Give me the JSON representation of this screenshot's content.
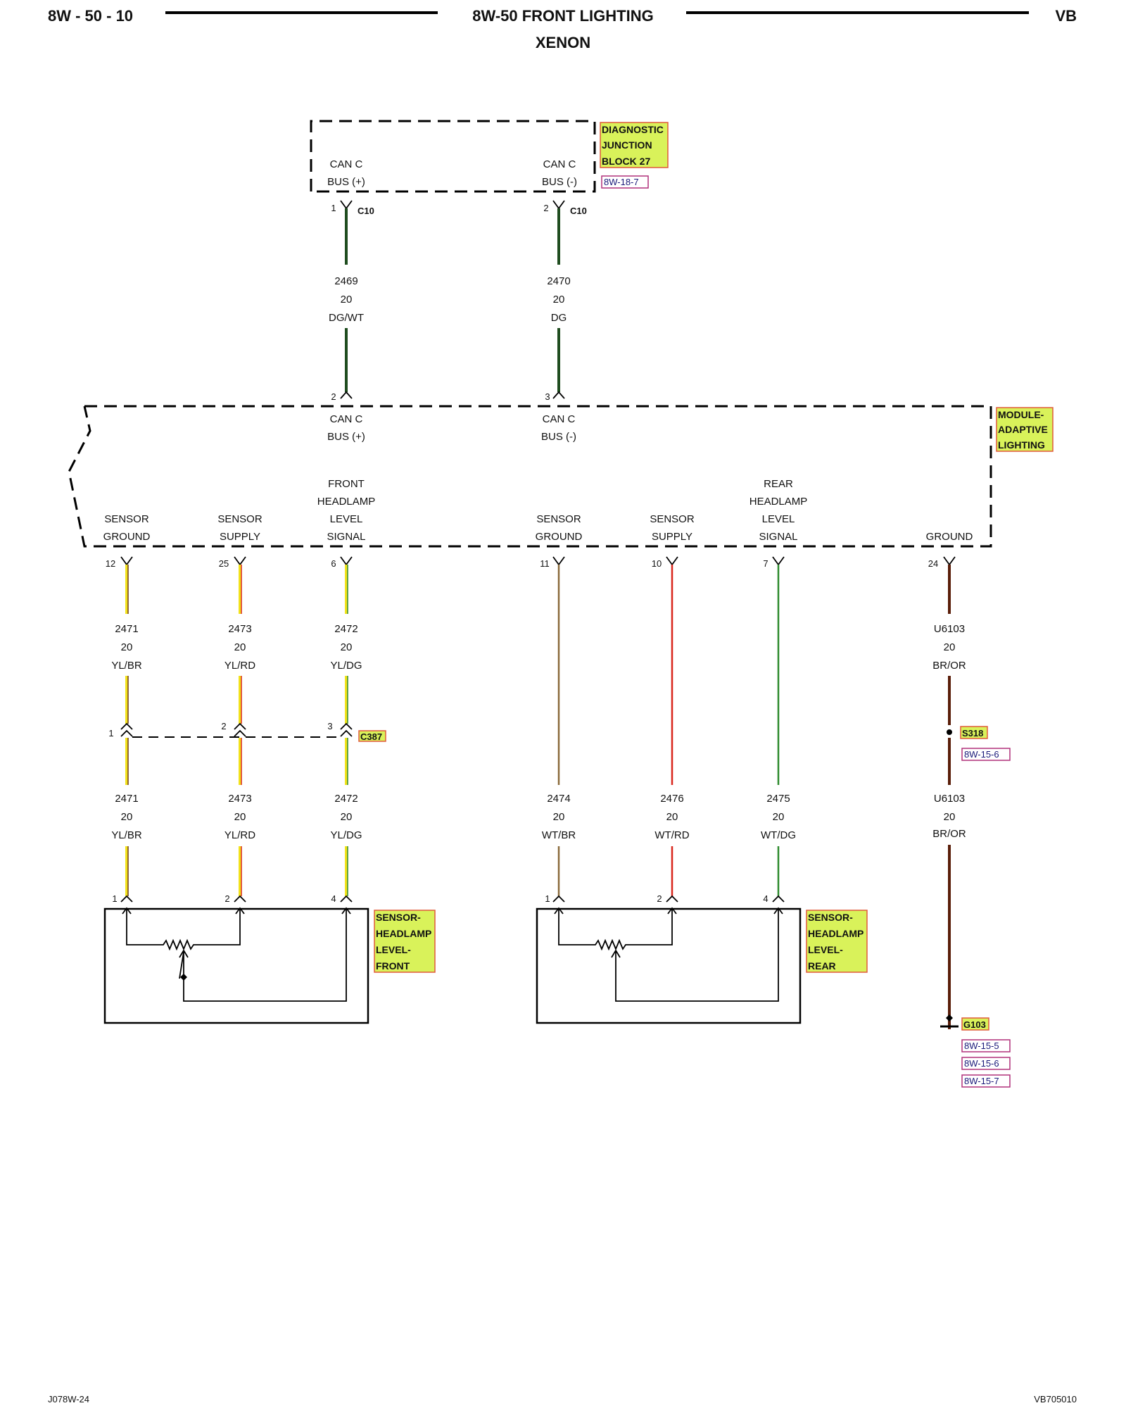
{
  "header": {
    "page_code": "8W - 50 - 10",
    "title": "8W-50 FRONT LIGHTING",
    "subtitle": "XENON",
    "vehicle": "VB"
  },
  "footer": {
    "left_code": "J078W-24",
    "right_code": "VB705010"
  },
  "diagnostic_junction_block": {
    "tag_lines": [
      "DIAGNOSTIC",
      "JUNCTION",
      "BLOCK 27"
    ],
    "ref": "8W-18-7",
    "can_plus": [
      "CAN C",
      "BUS (+)"
    ],
    "can_minus": [
      "CAN C",
      "BUS (-)"
    ],
    "connector": "C10",
    "pin_plus": "1",
    "pin_minus": "2"
  },
  "can_wires": [
    {
      "circuit": "2469",
      "gauge": "20",
      "color": "DG/WT",
      "module_pin": "2"
    },
    {
      "circuit": "2470",
      "gauge": "20",
      "color": "DG",
      "module_pin": "3"
    }
  ],
  "module": {
    "tag_lines": [
      "MODULE-",
      "ADAPTIVE",
      "LIGHTING"
    ],
    "can_plus": [
      "CAN C",
      "BUS (+)"
    ],
    "can_minus": [
      "CAN C",
      "BUS (-)"
    ],
    "pins": [
      {
        "name_lines": [
          "SENSOR",
          "GROUND"
        ],
        "pin": "12"
      },
      {
        "name_lines": [
          "SENSOR",
          "SUPPLY"
        ],
        "pin": "25"
      },
      {
        "name_lines": [
          "FRONT",
          "HEADLAMP",
          "LEVEL",
          "SIGNAL"
        ],
        "pin": "6"
      },
      {
        "name_lines": [
          "SENSOR",
          "GROUND"
        ],
        "pin": "11"
      },
      {
        "name_lines": [
          "SENSOR",
          "SUPPLY"
        ],
        "pin": "10"
      },
      {
        "name_lines": [
          "REAR",
          "HEADLAMP",
          "LEVEL",
          "SIGNAL"
        ],
        "pin": "7"
      },
      {
        "name_lines": [
          "GROUND"
        ],
        "pin": "24"
      }
    ]
  },
  "upper_wires": [
    {
      "circuit": "2471",
      "gauge": "20",
      "color": "YL/BR"
    },
    {
      "circuit": "2473",
      "gauge": "20",
      "color": "YL/RD"
    },
    {
      "circuit": "2472",
      "gauge": "20",
      "color": "YL/DG"
    },
    {
      "circuit": "U6103",
      "gauge": "20",
      "color": "BR/OR"
    }
  ],
  "connector_c387": {
    "name": "C387",
    "pins": [
      "1",
      "2",
      "3"
    ]
  },
  "splice": {
    "name": "S318",
    "ref": "8W-15-6"
  },
  "lower_wires": [
    {
      "circuit": "2471",
      "gauge": "20",
      "color": "YL/BR",
      "pin": "1"
    },
    {
      "circuit": "2473",
      "gauge": "20",
      "color": "YL/RD",
      "pin": "2"
    },
    {
      "circuit": "2472",
      "gauge": "20",
      "color": "YL/DG",
      "pin": "4"
    },
    {
      "circuit": "2474",
      "gauge": "20",
      "color": "WT/BR",
      "pin": "1"
    },
    {
      "circuit": "2476",
      "gauge": "20",
      "color": "WT/RD",
      "pin": "2"
    },
    {
      "circuit": "2475",
      "gauge": "20",
      "color": "WT/DG",
      "pin": "4"
    },
    {
      "circuit": "U6103",
      "gauge": "20",
      "color": "BR/OR",
      "pin": ""
    }
  ],
  "sensor_front": {
    "tag_lines": [
      "SENSOR-",
      "HEADLAMP",
      "LEVEL-",
      "FRONT"
    ]
  },
  "sensor_rear": {
    "tag_lines": [
      "SENSOR-",
      "HEADLAMP",
      "LEVEL-",
      "REAR"
    ]
  },
  "ground_point": {
    "name": "G103",
    "refs": [
      "8W-15-5",
      "8W-15-6",
      "8W-15-7"
    ]
  },
  "colors": {
    "tag_fill": "#d9f25a",
    "tag_border": "#e05a3a",
    "ref_border": "#b0307a",
    "dark_green": "#1f4d1f",
    "yellow": "#f2e21c",
    "brown": "#6b3a1a",
    "red": "#d9261c",
    "green": "#2e8b2e",
    "tan": "#8a6a3a",
    "br_or": "#5a1e0a"
  }
}
